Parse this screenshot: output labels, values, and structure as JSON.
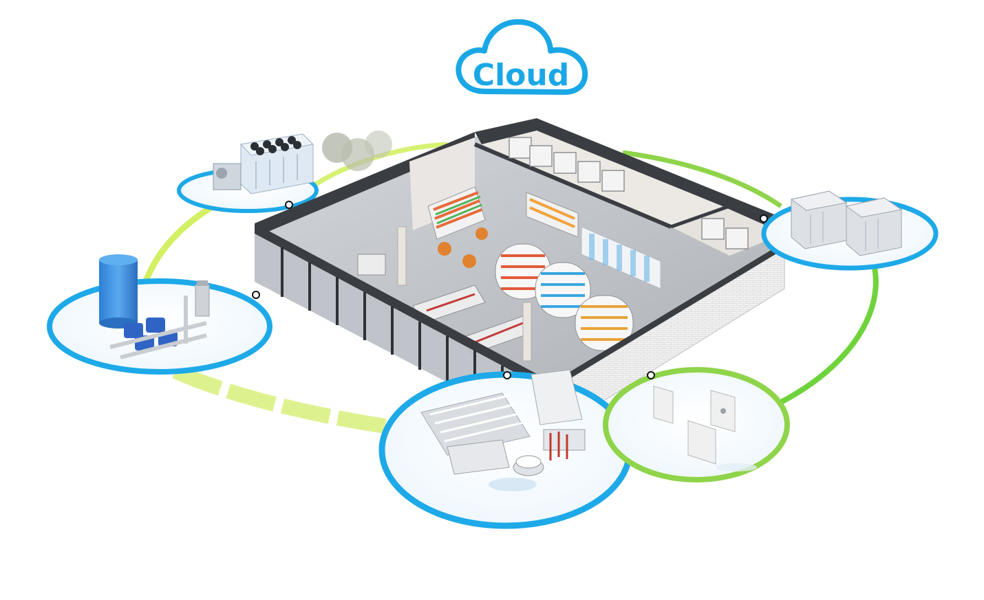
{
  "cloud": {
    "label": "Cloud",
    "color": "#1aa7e6"
  },
  "colors": {
    "ring_blue": "#1ea9e8",
    "ring_green": "#8fd44a",
    "link_light_green": "#d3ef63",
    "link_bright_green": "#6fd33c",
    "node_dot": "#111111",
    "store_wall": "#e9e6e3",
    "store_floor": "#b9bcc0",
    "glass_frame": "#3a3d42"
  },
  "nodes": [
    {
      "id": "chiller-unit",
      "icon": "chiller-icon",
      "ring_color": "blue"
    },
    {
      "id": "water-pump-station",
      "icon": "pump-icon",
      "ring_color": "blue"
    },
    {
      "id": "air-handling-equipment",
      "icon": "air-handler-icon",
      "ring_color": "blue"
    },
    {
      "id": "wall-sensors",
      "icon": "sensor-panel-icon",
      "ring_color": "green"
    },
    {
      "id": "refrigeration-condensers",
      "icon": "condenser-icon",
      "ring_color": "blue"
    }
  ],
  "center": {
    "id": "supermarket-store",
    "icon": "store-cutaway-icon"
  }
}
